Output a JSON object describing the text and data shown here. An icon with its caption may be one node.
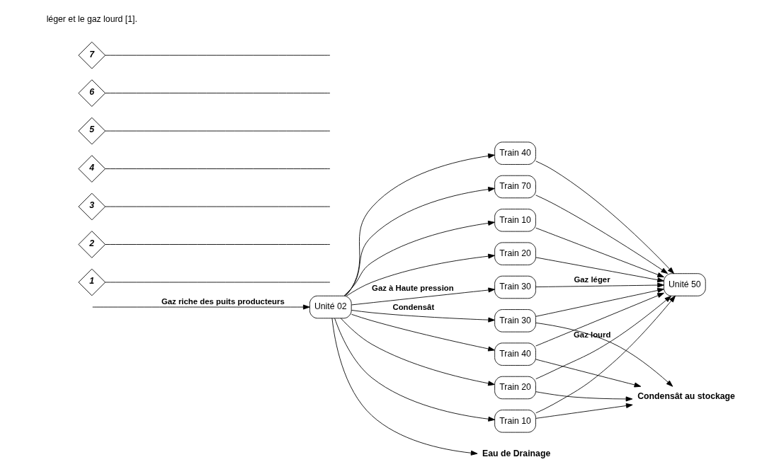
{
  "diagram": {
    "nodes": [
      {
        "text": [
          "Unité 02"
        ]
      },
      {
        "text": [
          "Train 10"
        ]
      },
      {
        "text": [
          "Train 20"
        ]
      },
      {
        "text": [
          "Train 30"
        ]
      },
      {
        "text": [
          "Train 40"
        ]
      },
      {
        "text": [
          "Train 70"
        ]
      },
      {
        "text": [
          "Unité 50"
        ]
      },
      {
        "text": [
          "Train 10"
        ]
      },
      {
        "text": [
          "Train 20"
        ]
      },
      {
        "text": [
          "Train 30"
        ]
      },
      {
        "text": [
          "Train 40"
        ]
      },
      {
        "text": [
          "Eau de Drainage"
        ]
      },
      {
        "text": [
          "Condensât au stockage"
        ]
      },
      {
        "text": [
          "1"
        ]
      },
      {
        "text": [
          "2"
        ]
      },
      {
        "text": [
          "3"
        ]
      },
      {
        "text": [
          "4"
        ]
      },
      {
        "text": [
          "5"
        ]
      },
      {
        "text": [
          "6"
        ]
      },
      {
        "text": [
          "7"
        ]
      }
    ],
    "edges": [
      {
        "from": null,
        "to": 0,
        "arrow": "to",
        "label": "Gaz riche des puits producteurs"
      },
      {
        "from": 0,
        "to": 1,
        "arrow": "to"
      },
      {
        "from": 0,
        "to": 2,
        "arrow": "to"
      },
      {
        "from": 0,
        "to": 3,
        "arrow": "to",
        "label": "Gaz à Haute pression"
      },
      {
        "from": 0,
        "to": 4,
        "arrow": "to"
      },
      {
        "from": 0,
        "to": 5,
        "arrow": "to"
      },
      {
        "from": 1,
        "to": 6,
        "arrow": "to"
      },
      {
        "from": 2,
        "to": 6,
        "arrow": "to"
      },
      {
        "from": 3,
        "to": 6,
        "arrow": "to",
        "label": "Gaz léger"
      },
      {
        "from": 4,
        "to": 6,
        "arrow": "to"
      },
      {
        "from": 5,
        "to": 6,
        "arrow": "to"
      },
      {
        "from": 0,
        "to": 7,
        "arrow": "to"
      },
      {
        "from": 0,
        "to": 8,
        "arrow": "to"
      },
      {
        "from": 0,
        "to": 9,
        "arrow": "to",
        "label": "Condensât"
      },
      {
        "from": 0,
        "to": 10,
        "arrow": "to"
      },
      {
        "from": 7,
        "to": 6,
        "arrow": "to"
      },
      {
        "from": 8,
        "to": 6,
        "arrow": "to",
        "label": "Gaz lourd"
      },
      {
        "from": 9,
        "to": 6,
        "arrow": "to"
      },
      {
        "from": 10,
        "to": 6,
        "arrow": "to"
      },
      {
        "from": 7,
        "to": 12,
        "arrow": "to"
      },
      {
        "from": 8,
        "to": 12,
        "arrow": "to"
      },
      {
        "from": 9,
        "to": 12,
        "arrow": "to"
      },
      {
        "from": 10,
        "to": 12,
        "arrow": "to"
      },
      {
        "from": 0,
        "to": 11,
        "arrow": "to"
      },
      {
        "from": 13,
        "to": null,
        "arrow": "none"
      },
      {
        "from": 14,
        "to": null,
        "arrow": "none"
      },
      {
        "from": 15,
        "to": null,
        "arrow": "none"
      },
      {
        "from": 16,
        "to": null,
        "arrow": "none"
      },
      {
        "from": 17,
        "to": null,
        "arrow": "none"
      },
      {
        "from": 18,
        "to": null,
        "arrow": "none"
      },
      {
        "from": 19,
        "to": null,
        "arrow": "none"
      }
    ],
    "labels": [
      "léger et le gaz lourd [1]."
    ]
  }
}
